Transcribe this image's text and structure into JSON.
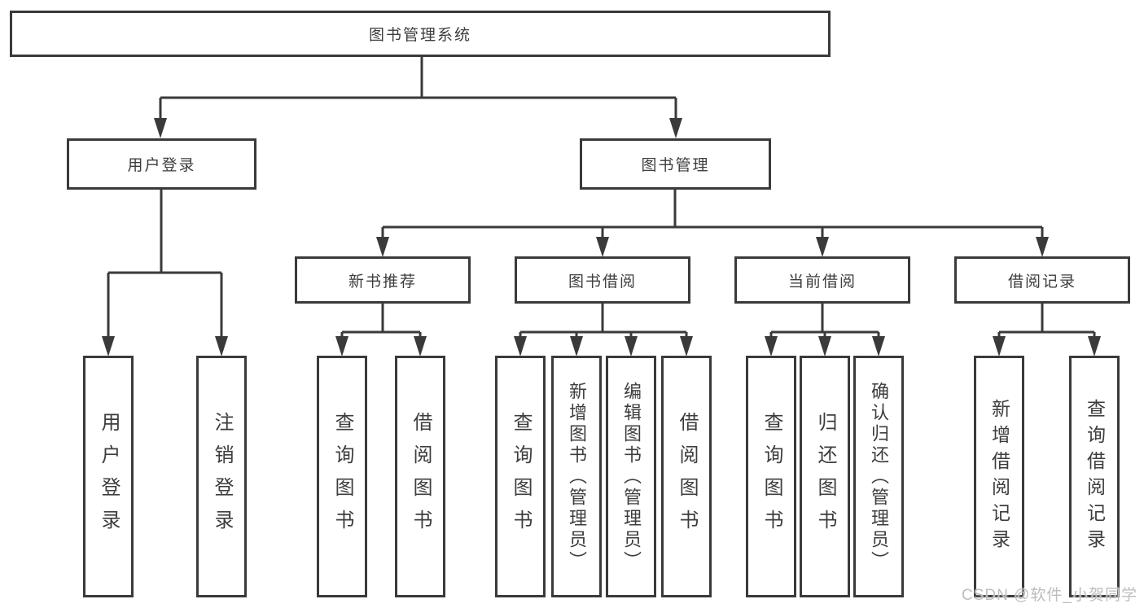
{
  "diagram": {
    "type": "hierarchy-tree",
    "title": "图书管理系统",
    "hierarchy": {
      "root": "图书管理系统",
      "children": [
        {
          "label": "用户登录",
          "children": [
            "用户登录",
            "注销登录"
          ]
        },
        {
          "label": "图书管理",
          "children": [
            {
              "label": "新书推荐",
              "children": [
                "查询图书",
                "借阅图书"
              ]
            },
            {
              "label": "图书借阅",
              "children": [
                "查询图书",
                "新增图书（管理员）",
                "编辑图书（管理员）",
                "借阅图书"
              ]
            },
            {
              "label": "当前借阅",
              "children": [
                "查询图书",
                "归还图书",
                "确认归还（管理员）"
              ]
            },
            {
              "label": "借阅记录",
              "children": [
                "新增借阅记录",
                "查询借阅记录"
              ]
            }
          ]
        }
      ]
    }
  },
  "nodes": {
    "root": {
      "label": "图书管理系统"
    },
    "user_login": {
      "label": "用户登录"
    },
    "book_mgmt": {
      "label": "图书管理"
    },
    "new_book_rec": {
      "label": "新书推荐"
    },
    "book_borrow": {
      "label": "图书借阅"
    },
    "current_borrow": {
      "label": "当前借阅"
    },
    "borrow_records": {
      "label": "借阅记录"
    },
    "leaf_user_login": {
      "label": "用户登录"
    },
    "leaf_logout": {
      "label": "注销登录"
    },
    "leaf_query_book_1": {
      "label": "查询图书"
    },
    "leaf_borrow_book_1": {
      "label": "借阅图书"
    },
    "leaf_query_book_2": {
      "label": "查询图书"
    },
    "leaf_add_book": {
      "label": "新增图书（管理员）"
    },
    "leaf_edit_book": {
      "label": "编辑图书（管理员）"
    },
    "leaf_borrow_book_2": {
      "label": "借阅图书"
    },
    "leaf_query_book_3": {
      "label": "查询图书"
    },
    "leaf_return_book": {
      "label": "归还图书"
    },
    "leaf_confirm_return": {
      "label": "确认归还（管理员）"
    },
    "leaf_add_record": {
      "label": "新增借阅记录"
    },
    "leaf_query_record": {
      "label": "查询借阅记录"
    }
  },
  "colors": {
    "line": "#3a3a3a",
    "text": "#3d3d3d",
    "watermark": "#bdbdbd",
    "background": "#ffffff"
  },
  "watermark": {
    "text": "CSDN @软件_小贺同学"
  }
}
